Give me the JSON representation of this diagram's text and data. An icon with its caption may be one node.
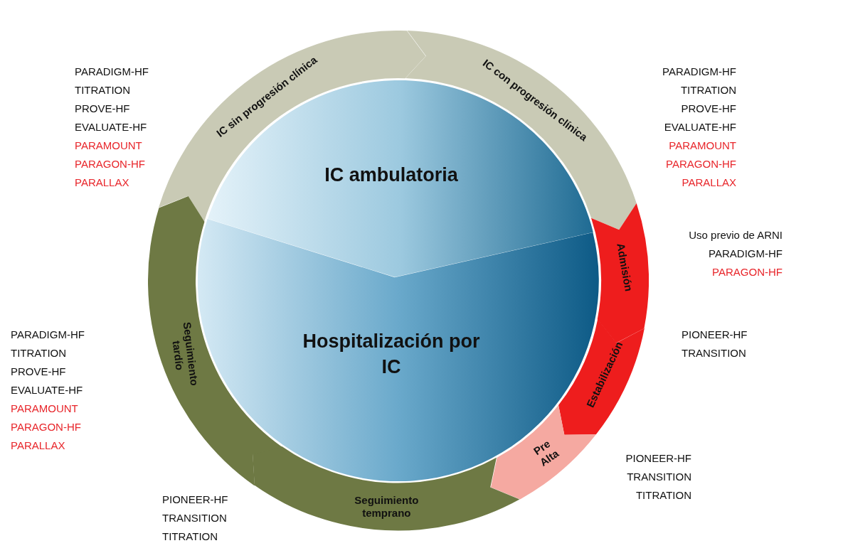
{
  "diagram": {
    "nodes": [
      {
        "text": [
          "IC ambulatoria"
        ]
      },
      {
        "text": [
          "Hospitalización por IC"
        ]
      },
      {
        "text": [
          "IC sin progresión clínica"
        ],
        "beside": [
          "PARADIGM-HF",
          "TITRATION",
          "PROVE-HF",
          "EVALUATE-HF",
          "PARAMOUNT",
          "PARAGON-HF",
          "PARALLAX"
        ]
      },
      {
        "text": [
          "IC con progresión clínica"
        ],
        "beside": [
          "PARADIGM-HF",
          "TITRATION",
          "PROVE-HF",
          "EVALUATE-HF",
          "PARAMOUNT",
          "PARAGON-HF",
          "PARALLAX"
        ]
      },
      {
        "text": [
          "Admisión"
        ],
        "beside": [
          "Uso previo de ARNI",
          "PARADIGM-HF",
          "PARAGON-HF"
        ]
      },
      {
        "text": [
          "Estabilización"
        ],
        "beside": [
          "PIONEER-HF",
          "TRANSITION"
        ]
      },
      {
        "text": [
          "Pre Alta"
        ],
        "beside": [
          "PIONEER-HF",
          "TRANSITION",
          "TITRATION"
        ]
      },
      {
        "text": [
          "Seguimiento temprano"
        ],
        "beside": [
          "PIONEER-HF",
          "TRANSITION",
          "TITRATION"
        ]
      },
      {
        "text": [
          "Seguimiento tardío"
        ],
        "beside": [
          "PARADIGM-HF",
          "TITRATION",
          "PROVE-HF",
          "EVALUATE-HF",
          "PARAMOUNT",
          "PARAGON-HF",
          "PARALLAX"
        ]
      }
    ]
  }
}
